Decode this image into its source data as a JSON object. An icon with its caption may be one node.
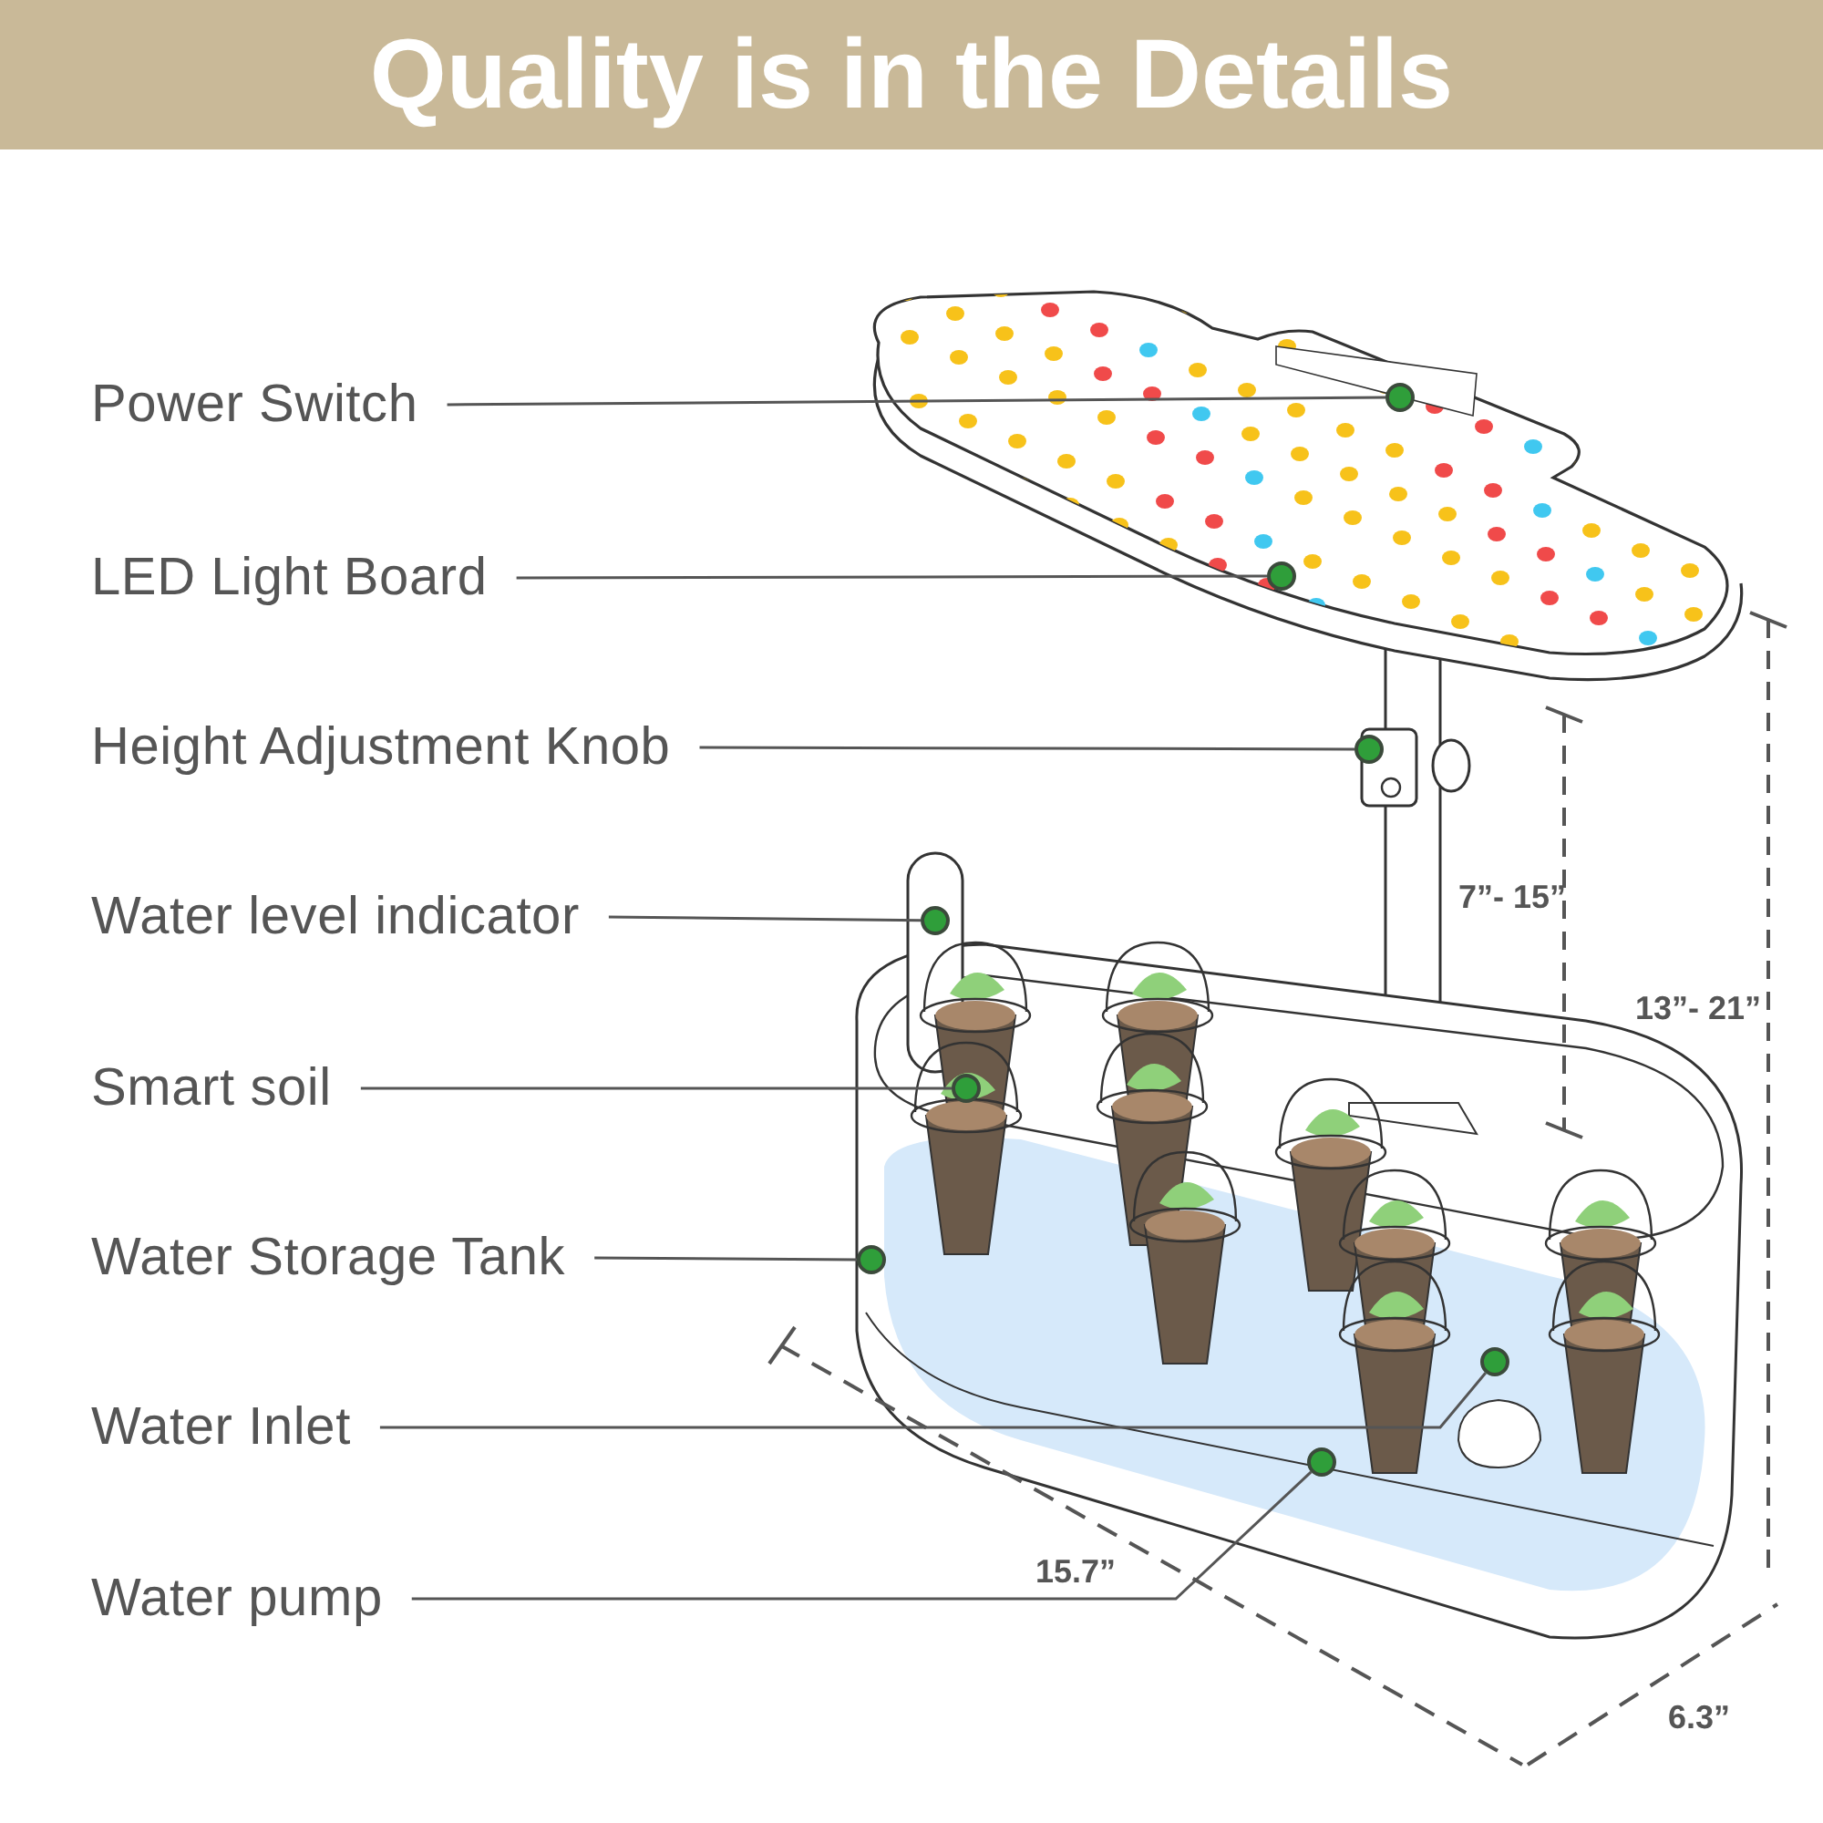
{
  "diagram": {
    "title": "Quality is in the Details",
    "nodes": [
      {
        "text": [
          "Power Switch"
        ]
      },
      {
        "text": [
          "LED Light Board"
        ]
      },
      {
        "text": [
          "Height Adjustment Knob"
        ]
      },
      {
        "text": [
          "Water level indicator"
        ]
      },
      {
        "text": [
          "Smart soil"
        ]
      },
      {
        "text": [
          "Water Storage Tank"
        ]
      },
      {
        "text": [
          "Water Inlet"
        ]
      },
      {
        "text": [
          "Water pump"
        ]
      },
      {
        "text": [],
        "shape": "circle"
      },
      {
        "text": [],
        "shape": "circle"
      },
      {
        "text": [],
        "shape": "circle"
      },
      {
        "text": [],
        "shape": "circle"
      },
      {
        "text": [],
        "shape": "circle"
      },
      {
        "text": [],
        "shape": "circle"
      },
      {
        "text": [],
        "shape": "circle"
      },
      {
        "text": [],
        "shape": "circle"
      }
    ],
    "edges": [
      {
        "from": 0,
        "to": 8,
        "arrow": "none"
      },
      {
        "from": 1,
        "to": 9,
        "arrow": "none"
      },
      {
        "from": 2,
        "to": 10,
        "arrow": "none"
      },
      {
        "from": 3,
        "to": 11,
        "arrow": "none"
      },
      {
        "from": 4,
        "to": 12,
        "arrow": "none"
      },
      {
        "from": 5,
        "to": 13,
        "arrow": "none"
      },
      {
        "from": 6,
        "to": 14,
        "arrow": "none"
      },
      {
        "from": 7,
        "to": 15,
        "arrow": "none"
      }
    ],
    "labels": [
      "7”- 15”",
      "13”- 21”",
      "15.7”",
      "6.3”"
    ]
  }
}
